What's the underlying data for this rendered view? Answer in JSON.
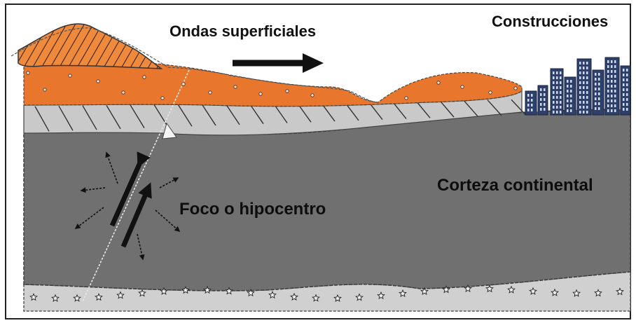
{
  "labels": {
    "surface_waves": "Ondas superficiales",
    "buildings": "Construcciones",
    "crust": "Corteza continental",
    "focus": "Foco o hipocentro"
  },
  "colors": {
    "sediment": "#e8762d",
    "hatched_hill": "#ef8a3c",
    "striped_layer": "#c9c9c9",
    "crust": "#707070",
    "bedrock": "#d0d0d0",
    "buildings": "#2e3f6a",
    "frame": "#222222"
  },
  "icons": [
    "right-arrow-icon",
    "fault-slip-arrow-icon",
    "wave-ray-arrow-icon",
    "star-icon",
    "city-skyline-icon"
  ]
}
